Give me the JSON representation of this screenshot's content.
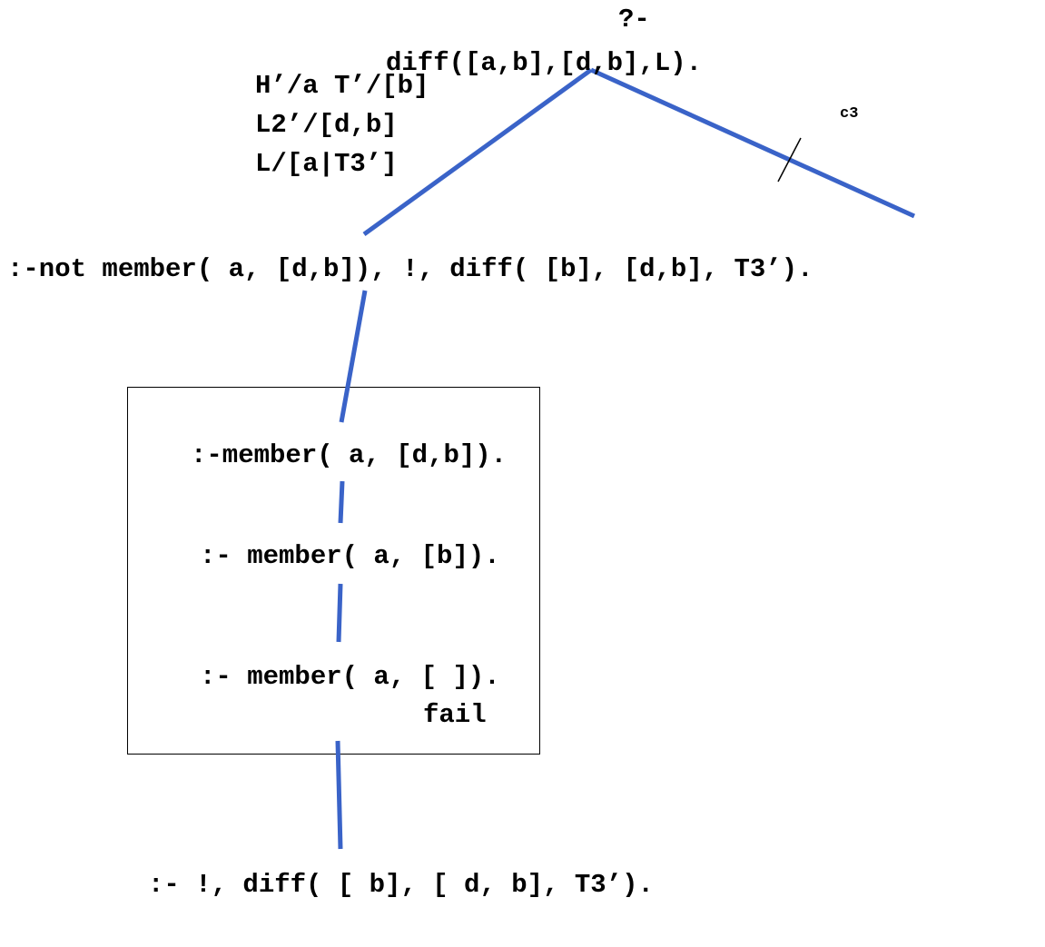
{
  "colors": {
    "branch": "#3a63c8",
    "text": "#000000",
    "box_border": "#000000"
  },
  "root": {
    "prompt": "?-",
    "query": "diff([a,b],[d,b],L)."
  },
  "substitutions": {
    "line1": "H’/a T’/[b]",
    "line2": "L2’/[d,b]",
    "line3": "L/[a|T3’]"
  },
  "cut_branch": {
    "label": "c3"
  },
  "goals": {
    "level1": ":-not member( a, [d,b]), !, diff( [b], [d,b], T3’).",
    "final": ":- !, diff( [ b], [ d, b], T3’)."
  },
  "subproof": {
    "step1": ":-member( a, [d,b]).",
    "step2": ":- member( a, [b]).",
    "step3": ":- member( a, [ ]).",
    "result": "fail"
  }
}
